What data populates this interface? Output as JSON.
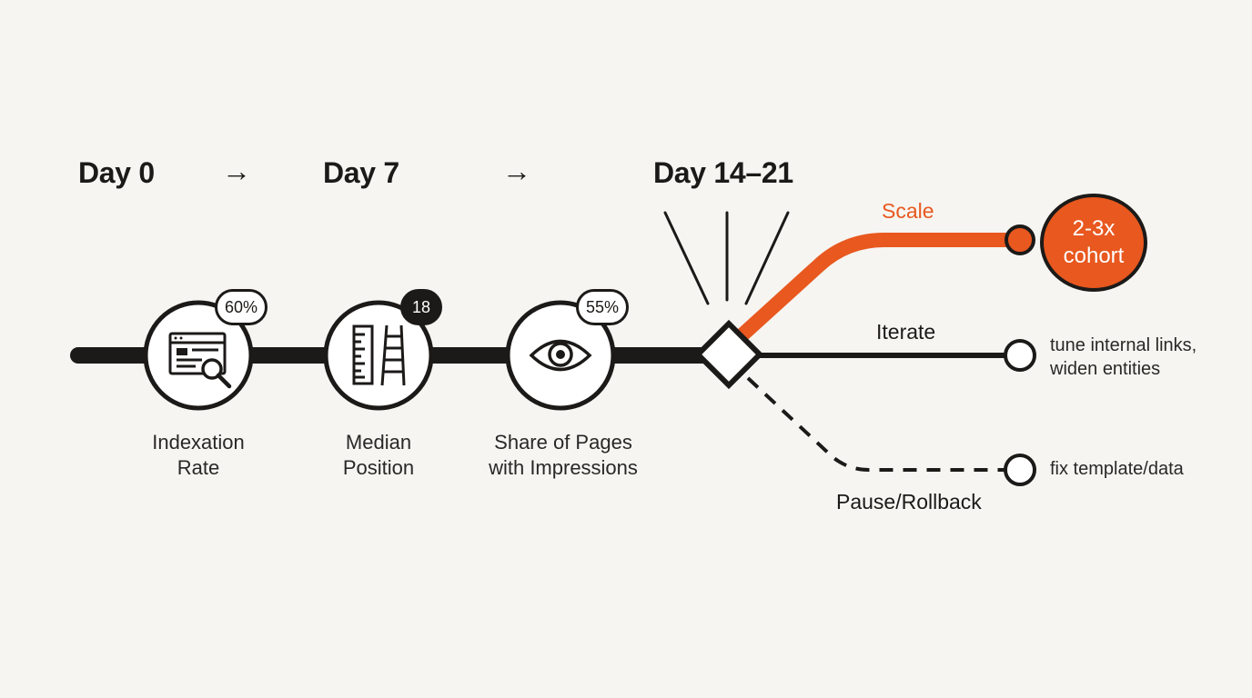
{
  "timeline": {
    "days": [
      {
        "label": "Day 0"
      },
      {
        "label": "Day 7"
      },
      {
        "label": "Day 14–21"
      }
    ],
    "arrow_glyph": "→"
  },
  "metrics": [
    {
      "line1": "Indexation",
      "line2": "Rate",
      "badge": "60%",
      "icon": "browser-search-icon"
    },
    {
      "line1": "Median",
      "line2": "Position",
      "badge": "18",
      "icon": "ruler-ladder-icon"
    },
    {
      "line1": "Share of Pages",
      "line2": "with Impressions",
      "badge": "55%",
      "icon": "eye-icon"
    }
  ],
  "branches": {
    "scale": {
      "title": "Scale",
      "outcome_line1": "2-3x",
      "outcome_line2": "cohort"
    },
    "iterate": {
      "title": "Iterate",
      "note_line1": "tune internal links,",
      "note_line2": "widen entities"
    },
    "pause": {
      "title": "Pause/Rollback",
      "note": "fix template/data"
    }
  },
  "colors": {
    "ink": "#1c1a18",
    "accent": "#e8581f",
    "background": "#f6f5f1"
  }
}
